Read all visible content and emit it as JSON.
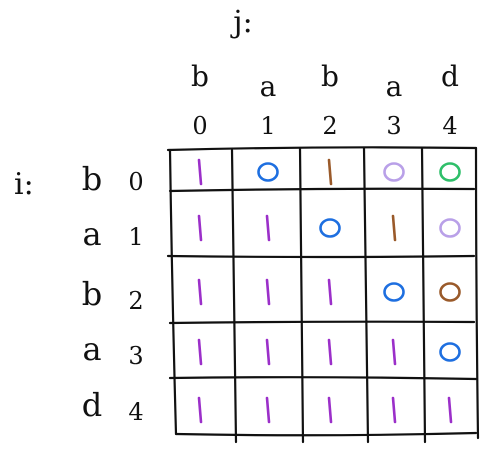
{
  "labels": {
    "j_label": "j:",
    "i_label": "i:"
  },
  "columns": {
    "chars": [
      "b",
      "a",
      "b",
      "a",
      "d"
    ],
    "indices": [
      "0",
      "1",
      "2",
      "3",
      "4"
    ]
  },
  "rows": {
    "chars": [
      "b",
      "a",
      "b",
      "a",
      "d"
    ],
    "indices": [
      "0",
      "1",
      "2",
      "3",
      "4"
    ]
  },
  "colors": {
    "ink": "#111111",
    "purple": "#9b2fc9",
    "blue": "#1e6fe0",
    "brown": "#9a5a2a",
    "lavender": "#b9a0e8",
    "green": "#2fbf6a"
  },
  "table": {
    "cells": [
      [
        {
          "v": "1",
          "c": "purple"
        },
        {
          "v": "0",
          "c": "blue"
        },
        {
          "v": "1",
          "c": "brown"
        },
        {
          "v": "0",
          "c": "lavender"
        },
        {
          "v": "0",
          "c": "green"
        }
      ],
      [
        {
          "v": "1",
          "c": "purple"
        },
        {
          "v": "1",
          "c": "purple"
        },
        {
          "v": "0",
          "c": "blue"
        },
        {
          "v": "1",
          "c": "brown"
        },
        {
          "v": "0",
          "c": "lavender"
        }
      ],
      [
        {
          "v": "1",
          "c": "purple"
        },
        {
          "v": "1",
          "c": "purple"
        },
        {
          "v": "1",
          "c": "purple"
        },
        {
          "v": "0",
          "c": "blue"
        },
        {
          "v": "0",
          "c": "brown"
        }
      ],
      [
        {
          "v": "1",
          "c": "purple"
        },
        {
          "v": "1",
          "c": "purple"
        },
        {
          "v": "1",
          "c": "purple"
        },
        {
          "v": "1",
          "c": "purple"
        },
        {
          "v": "0",
          "c": "blue"
        }
      ],
      [
        {
          "v": "1",
          "c": "purple"
        },
        {
          "v": "1",
          "c": "purple"
        },
        {
          "v": "1",
          "c": "purple"
        },
        {
          "v": "1",
          "c": "purple"
        },
        {
          "v": "1",
          "c": "purple"
        }
      ]
    ]
  }
}
